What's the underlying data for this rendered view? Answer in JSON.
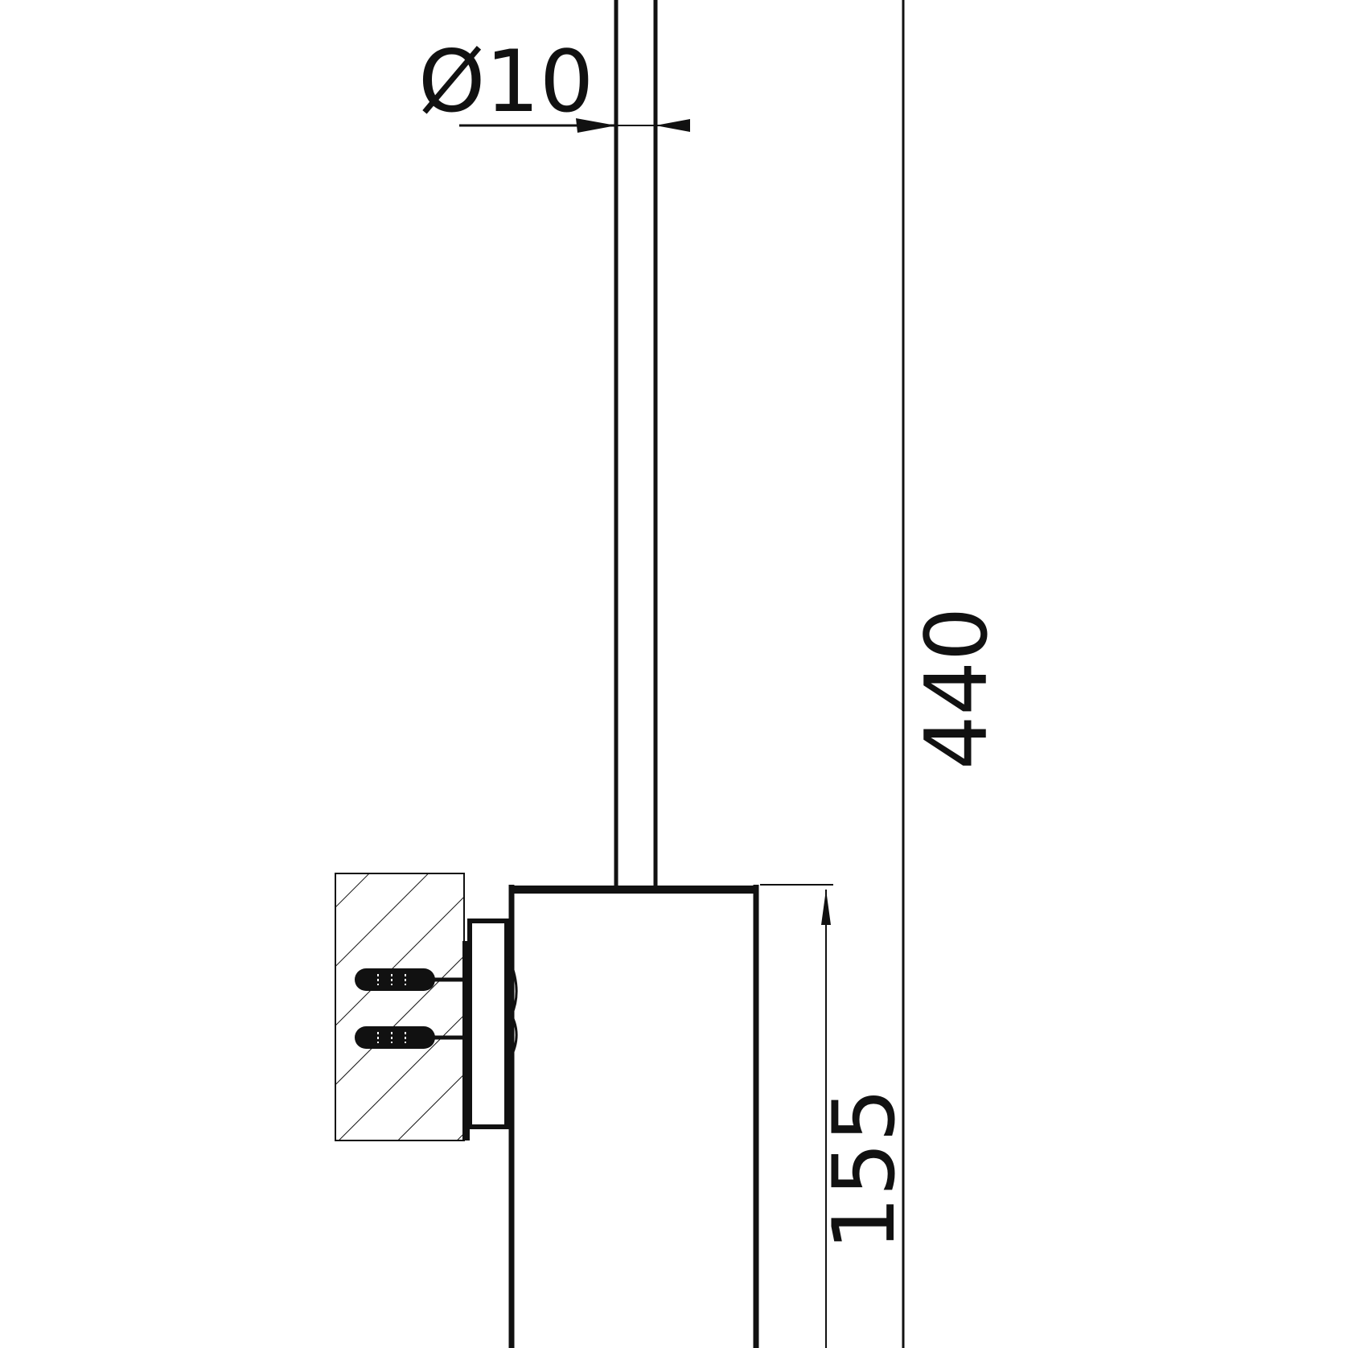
{
  "drawing": {
    "line_color": "#111111",
    "background": "#ffffff",
    "dimensions": {
      "rod_diameter": "Ø10",
      "total_height": "440",
      "holder_height": "155"
    }
  }
}
